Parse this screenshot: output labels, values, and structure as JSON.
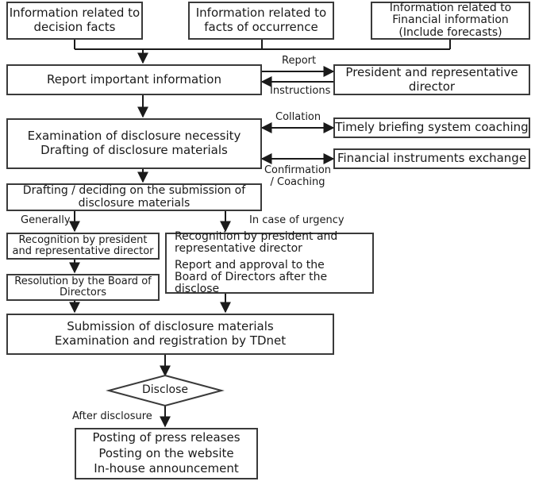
{
  "sources": {
    "decision_facts": [
      "Information related to",
      "decision facts"
    ],
    "facts_of_occurrence": [
      "Information related to",
      "facts of occurrence"
    ],
    "financial_information": [
      "Information related to",
      "Financial information",
      "(Include forecasts)"
    ]
  },
  "report_important": "Report important information",
  "president_director": [
    "President and representative",
    "director"
  ],
  "edge_report": "Report",
  "edge_instructions": "Instructions",
  "examination": [
    "Examination of disclosure necessity",
    "Drafting of disclosure materials"
  ],
  "edge_collation": "Collation",
  "timely_briefing": "Timely briefing system coaching",
  "financial_exchange": "Financial instruments exchange",
  "edge_confirmation": [
    "Confirmation",
    "/ Coaching"
  ],
  "drafting_deciding": [
    "Drafting / deciding on the submission of",
    "disclosure materials"
  ],
  "edge_generally": "Generally",
  "edge_urgency": "In case of urgency",
  "recognition_general": [
    "Recognition by president",
    "and representative director"
  ],
  "resolution_board": [
    "Resolution by the Board of",
    "Directors"
  ],
  "urgent_box": {
    "recognition": [
      "Recognition by president and",
      "representative director"
    ],
    "report_approval": [
      "Report and approval to the",
      "Board of Directors after the disclose"
    ]
  },
  "submission": [
    "Submission of disclosure materials",
    "Examination and registration by TDnet"
  ],
  "disclose": "Disclose",
  "edge_after": "After disclosure",
  "posting": [
    "Posting of press releases",
    "Posting on the website",
    "In-house announcement"
  ]
}
